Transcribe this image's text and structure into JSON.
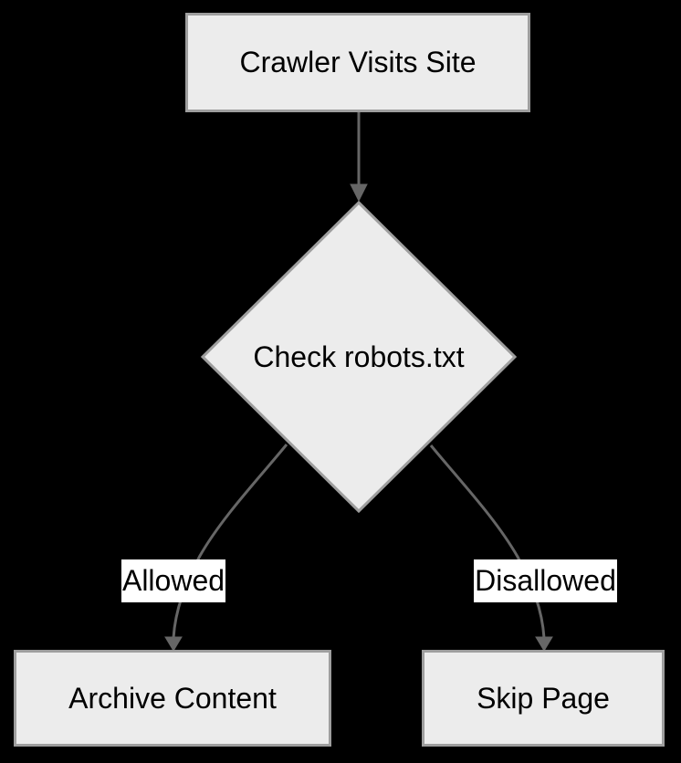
{
  "diagram": {
    "type": "flowchart",
    "direction": "top-down",
    "colors": {
      "background": "#000000",
      "node_fill": "#ececec",
      "node_border": "#9e9e9e",
      "edge": "#666666",
      "edge_label_bg": "#ffffff",
      "text": "#000000"
    },
    "nodes": [
      {
        "id": "crawler",
        "shape": "rectangle",
        "label": "Crawler Visits Site"
      },
      {
        "id": "check",
        "shape": "diamond",
        "label": "Check robots.txt"
      },
      {
        "id": "archive",
        "shape": "rectangle",
        "label": "Archive Content"
      },
      {
        "id": "skip",
        "shape": "rectangle",
        "label": "Skip Page"
      }
    ],
    "edges": [
      {
        "from": "crawler",
        "to": "check",
        "label": ""
      },
      {
        "from": "check",
        "to": "archive",
        "label": "Allowed"
      },
      {
        "from": "check",
        "to": "skip",
        "label": "Disallowed"
      }
    ]
  }
}
